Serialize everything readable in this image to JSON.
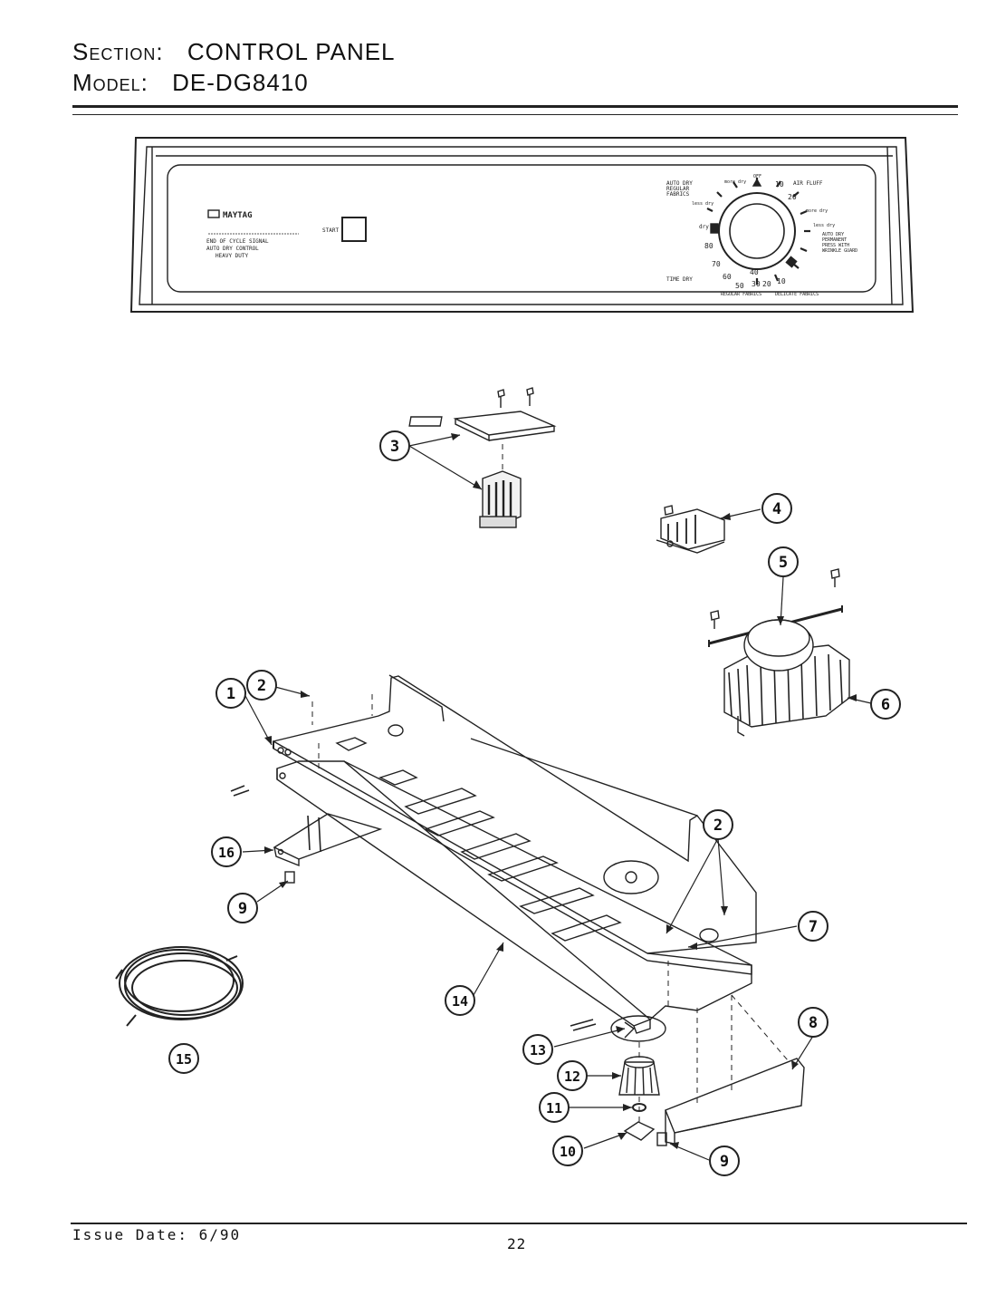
{
  "header": {
    "section_label": "Section:",
    "section_value": "CONTROL PANEL",
    "model_label": "Model:",
    "model_value": "DE-DG8410"
  },
  "panel": {
    "brand": "MAYTAG",
    "features": [
      "END OF CYCLE SIGNAL",
      "AUTO DRY CONTROL",
      "HEAVY DUTY"
    ],
    "start_label": "START",
    "dial_labels": {
      "auto_dry": [
        "AUTO DRY",
        "REGULAR",
        "FABRICS"
      ],
      "more_dry": "more dry",
      "off": "OFF",
      "air_fluff": "AIR FLUFF",
      "less_dry": "less dry",
      "dry": "dry",
      "more_dry_right": "more dry",
      "less_dry_right": "less dry",
      "permanent": [
        "AUTO DRY",
        "PERMANENT",
        "PRESS WITH",
        "WRINKLE GUARD"
      ],
      "time_dry": "TIME DRY",
      "regular_fabrics": "REGULAR FABRICS",
      "delicate_fabrics": "DELICATE FABRICS",
      "numbers_left": [
        "80",
        "70",
        "60",
        "50",
        "40",
        "30",
        "20"
      ],
      "numbers_top": [
        "10",
        "20"
      ],
      "number_bottom": "10"
    }
  },
  "callouts": [
    {
      "id": "1",
      "num": "1"
    },
    {
      "id": "2a",
      "num": "2"
    },
    {
      "id": "2b",
      "num": "2"
    },
    {
      "id": "3",
      "num": "3"
    },
    {
      "id": "4",
      "num": "4"
    },
    {
      "id": "5",
      "num": "5"
    },
    {
      "id": "6",
      "num": "6"
    },
    {
      "id": "7",
      "num": "7"
    },
    {
      "id": "8",
      "num": "8"
    },
    {
      "id": "9a",
      "num": "9"
    },
    {
      "id": "9b",
      "num": "9"
    },
    {
      "id": "10",
      "num": "10"
    },
    {
      "id": "11",
      "num": "11"
    },
    {
      "id": "12",
      "num": "12"
    },
    {
      "id": "13",
      "num": "13"
    },
    {
      "id": "14",
      "num": "14"
    },
    {
      "id": "15",
      "num": "15"
    },
    {
      "id": "16",
      "num": "16"
    }
  ],
  "footer": {
    "issue_date": "Issue Date: 6/90",
    "page_number": "22"
  }
}
